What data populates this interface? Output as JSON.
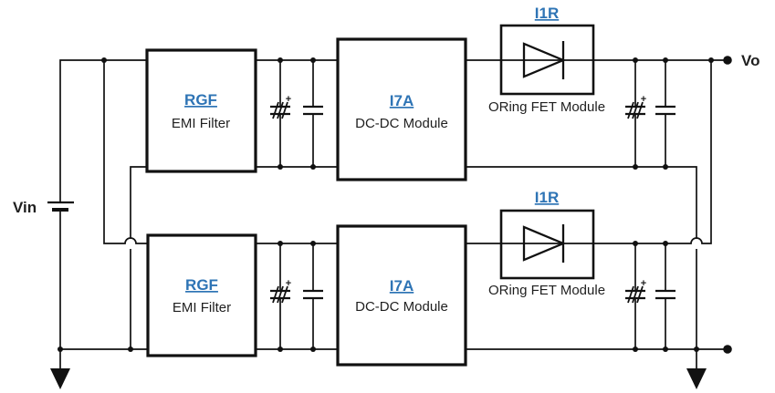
{
  "diagram": {
    "background_color": "#ffffff",
    "wire_color": "#111111",
    "link_color": "#2e74b5",
    "text_color": "#1f1f1f",
    "input_label": "Vin",
    "output_label": "Vo",
    "polarity_mark": "+",
    "modules": {
      "emi": {
        "part": "RGF",
        "name": "EMI Filter"
      },
      "dcdc": {
        "part": "I7A",
        "name": "DC-DC Module"
      },
      "oring": {
        "part": "I1R",
        "name": "ORing FET Module"
      }
    }
  }
}
